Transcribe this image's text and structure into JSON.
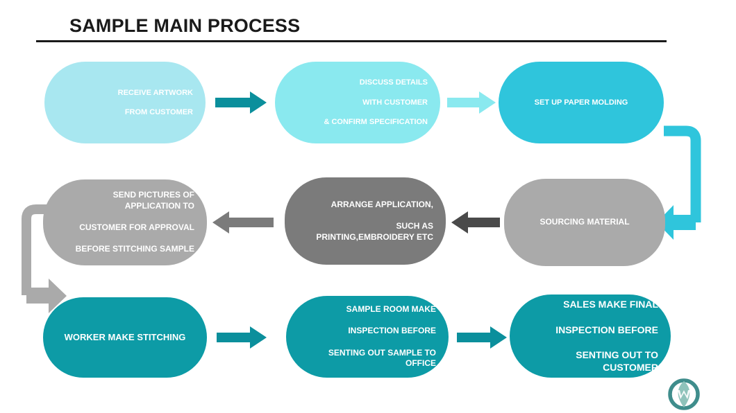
{
  "page": {
    "title": "SAMPLE MAIN PROCESS",
    "background": "#ffffff"
  },
  "colors": {
    "light_cyan": "#a8e7f0",
    "cyan": "#8ae9ef",
    "bright_cyan": "#2fc5dc",
    "teal": "#0d9ba6",
    "teal_arrow": "#0b8f9c",
    "gray_light": "#aaaaaa",
    "gray_dark": "#7b7b7b",
    "arrow_dark": "#4a4a4a",
    "arrow_gray": "#7b7b7b",
    "title_text": "#1a1a1a",
    "node_text": "#ffffff",
    "logo_outer": "#3f8d8c",
    "logo_inner": "#8fc3bb"
  },
  "nodes": [
    {
      "id": "receive-artwork",
      "lines": [
        "RECEIVE ARTWORK",
        "FROM CUSTOMER"
      ],
      "fill": "#a8e7f0",
      "font_size": 11,
      "align": "right"
    },
    {
      "id": "discuss-details",
      "lines": [
        "DISCUSS DETAILS",
        "WITH CUSTOMER",
        "& CONFIRM SPECIFICATION"
      ],
      "fill": "#8ae9ef",
      "font_size": 11,
      "align": "right"
    },
    {
      "id": "set-up-paper-molding",
      "lines": [
        "SET UP PAPER MOLDING"
      ],
      "fill": "#2fc5dc",
      "font_size": 11,
      "align": "center"
    },
    {
      "id": "sourcing-material",
      "lines": [
        "SOURCING MATERIAL"
      ],
      "fill": "#aaaaaa",
      "font_size": 12,
      "align": "center"
    },
    {
      "id": "arrange-application",
      "lines": [
        "ARRANGE APPLICATION,",
        "SUCH AS PRINTING,EMBROIDERY ETC"
      ],
      "fill": "#7b7b7b",
      "font_size": 12,
      "align": "right"
    },
    {
      "id": "send-pictures-approval",
      "lines": [
        "SEND PICTURES OF APPLICATION TO",
        "CUSTOMER FOR APPROVAL",
        "BEFORE STITCHING SAMPLE"
      ],
      "fill": "#aaaaaa",
      "font_size": 12,
      "align": "right"
    },
    {
      "id": "worker-make-stitching",
      "lines": [
        "WORKER MAKE STITCHING"
      ],
      "fill": "#0d9ba6",
      "font_size": 13,
      "align": "center"
    },
    {
      "id": "sample-room-inspection",
      "lines": [
        "SAMPLE ROOM  MAKE",
        "INSPECTION BEFORE",
        "SENTING OUT SAMPLE TO OFFICE"
      ],
      "fill": "#0d9ba6",
      "font_size": 12,
      "align": "right"
    },
    {
      "id": "sales-final-inspection",
      "lines": [
        "SALES MAKE FINAL",
        "INSPECTION BEFORE",
        "SENTING OUT TO CUSTOMER"
      ],
      "fill": "#0d9ba6",
      "font_size": 14,
      "align": "right"
    }
  ],
  "arrows": [
    {
      "id": "arrow-receive-to-discuss",
      "direction": "right",
      "color": "#0b8f9c"
    },
    {
      "id": "arrow-discuss-to-setup",
      "direction": "right",
      "color": "#8ae9ef"
    },
    {
      "id": "arrow-sourcing-to-arrange",
      "direction": "left",
      "color": "#4a4a4a"
    },
    {
      "id": "arrow-arrange-to-send",
      "direction": "left",
      "color": "#7b7b7b"
    },
    {
      "id": "arrow-worker-to-sampleroom",
      "direction": "right",
      "color": "#0b8f9c"
    },
    {
      "id": "arrow-sampleroom-to-sales",
      "direction": "right",
      "color": "#0b8f9c"
    }
  ],
  "connectors": [
    {
      "id": "elbow-setup-to-sourcing",
      "color": "#2fc5dc",
      "side": "right"
    },
    {
      "id": "elbow-send-to-worker",
      "color": "#aaaaaa",
      "side": "left"
    }
  ],
  "logo": {
    "id": "company-logo",
    "shape": "circular-monogram"
  }
}
